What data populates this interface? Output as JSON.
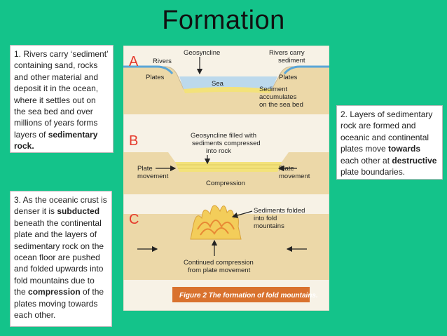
{
  "title": "Formation",
  "box1": {
    "text_1": "1. Rivers carry ‘sediment’ containing sand, rocks and other material and deposit it in the ocean, where it settles out on the sea bed and over millions of years forms layers of ",
    "bold_1": "sedimentary rock."
  },
  "box2": {
    "text_1": "2. Layers of sedimentary rock are formed and oceanic and continental plates move ",
    "bold_1": "towards",
    "text_2": " each other at ",
    "bold_2": "destructive",
    "text_3": " plate boundaries."
  },
  "box3": {
    "text_1": "3. As the oceanic crust is denser it is ",
    "bold_1": "subducted",
    "text_2": " beneath the continental plate and the layers of sedimentary rock on the ocean floor are pushed and folded upwards into fold mountains due to the ",
    "bold_2": "compression",
    "text_3": " of the plates moving towards each other."
  },
  "figure": {
    "panel_a": {
      "letter": "A",
      "rivers_left": "Rivers",
      "geosyncline": "Geosyncline",
      "rivers_right_1": "Rivers carry",
      "rivers_right_2": "sediment",
      "plates_left": "Plates",
      "plates_right": "Plates",
      "sea": "Sea",
      "sediment_1": "Sediment",
      "sediment_2": "accumulates",
      "sediment_3": "on the sea bed"
    },
    "panel_b": {
      "letter": "B",
      "filled_1": "Geosyncline filled with",
      "filled_2": "sediments compressed",
      "filled_3": "into rock",
      "plate_left_1": "Plate",
      "plate_left_2": "movement",
      "plate_right_1": "Plate",
      "plate_right_2": "movement",
      "compression": "Compression"
    },
    "panel_c": {
      "letter": "C",
      "folded_1": "Sediments folded",
      "folded_2": "into fold",
      "folded_3": "mountains",
      "continued_1": "Continued compression",
      "continued_2": "from plate movement"
    },
    "caption": "Figure 2  The formation of fold mountains.",
    "colors": {
      "letter": "#e53a2c",
      "background": "#f7f2e6",
      "rock": "#ecd8a8",
      "sea": "#bcd9ec",
      "sediment": "#f3e27a",
      "caption_bg": "#d9722e"
    }
  }
}
